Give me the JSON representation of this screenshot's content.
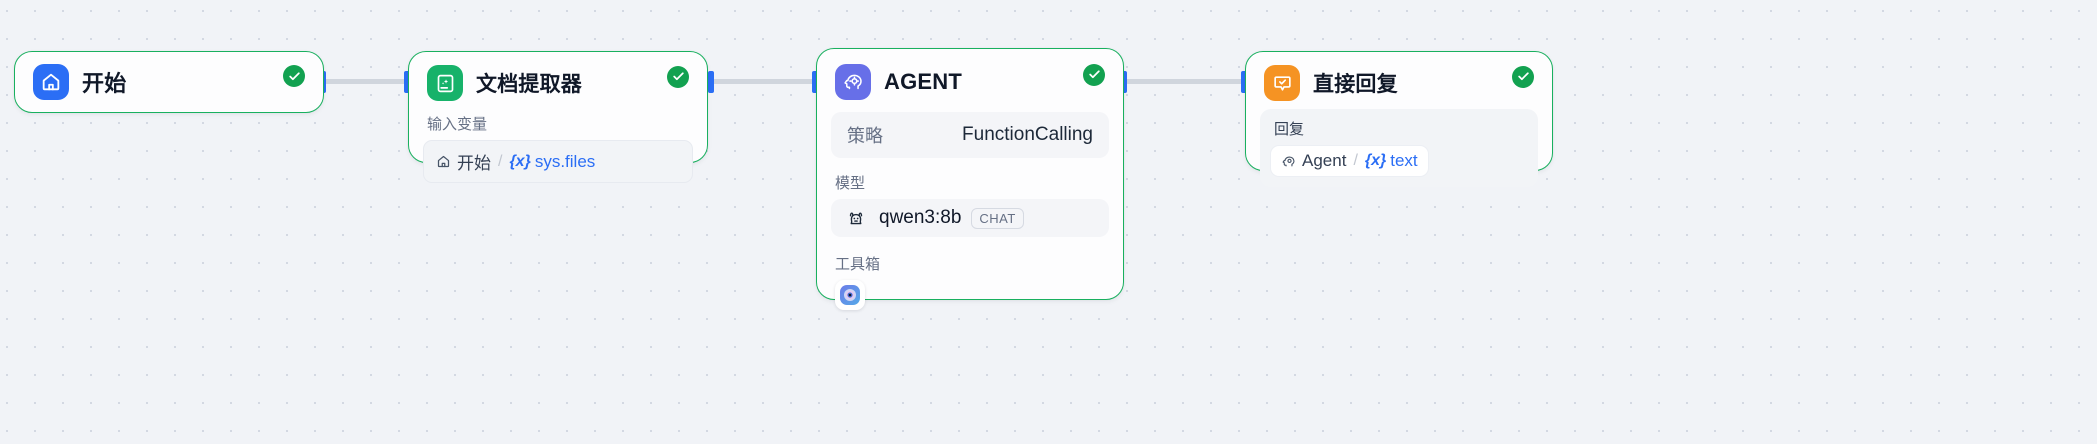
{
  "canvas": {
    "background_color": "#f1f3f7",
    "dot_color": "#d3d8e2"
  },
  "theme": {
    "node_border_success": "#19b05f",
    "status_green": "#12a150",
    "port_blue": "#2b6ef5",
    "edge_gray": "#d0d5dd",
    "variable_blue": "#2b6ef5"
  },
  "nodes": [
    {
      "id": "start",
      "icon_name": "home-icon",
      "icon_color": "#2b6ef5",
      "title": "开始",
      "status_icon": "check-circle-icon"
    },
    {
      "id": "doc-extractor",
      "icon_name": "document-extract-icon",
      "icon_color": "#17b26a",
      "title": "文档提取器",
      "status_icon": "check-circle-icon",
      "input_label": "输入变量",
      "variable": {
        "source_icon": "home-icon",
        "source_node": "开始",
        "separator": "/",
        "prefix": "{x}",
        "name": "sys.files"
      }
    },
    {
      "id": "agent",
      "icon_name": "agent-brain-icon",
      "icon_color": "#676fe8",
      "title": "AGENT",
      "status_icon": "check-circle-icon",
      "strategy_label": "策略",
      "strategy_value": "FunctionCalling",
      "model_label": "模型",
      "model_icon": "ollama-llama-icon",
      "model_name": "qwen3:8b",
      "model_badge": "CHAT",
      "toolbox_label": "工具箱",
      "tools": [
        {
          "icon_name": "tool-target-icon"
        }
      ]
    },
    {
      "id": "direct-reply",
      "icon_name": "reply-bubble-icon",
      "icon_color": "#f59323",
      "title": "直接回复",
      "status_icon": "check-circle-icon",
      "reply_label": "回复",
      "variable": {
        "source_icon": "agent-brain-icon",
        "source_node": "Agent",
        "separator": "/",
        "prefix": "{x}",
        "name": "text"
      }
    }
  ]
}
